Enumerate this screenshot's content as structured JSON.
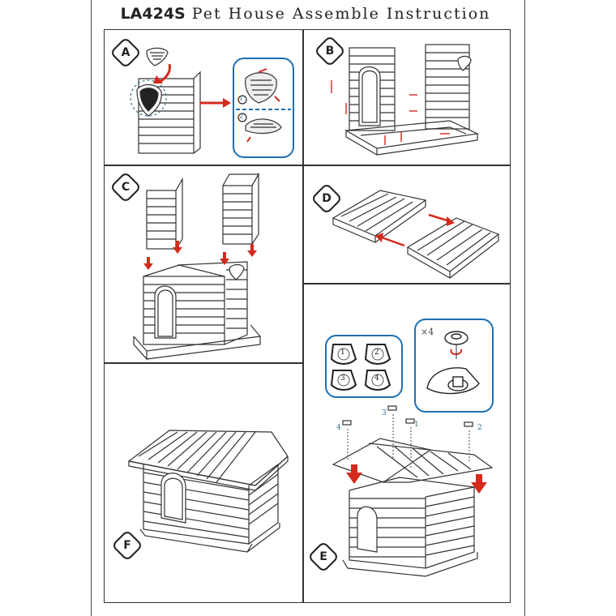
{
  "header": {
    "model": "LA424S",
    "title": "Pet House Assemble Instruction"
  },
  "steps": {
    "a": {
      "label": "A",
      "sub1": "1",
      "sub2": "2"
    },
    "b": {
      "label": "B"
    },
    "c": {
      "label": "C"
    },
    "d": {
      "label": "D"
    },
    "e": {
      "label": "E",
      "count": "×4",
      "n1": "1",
      "n2": "2",
      "n3": "3",
      "n4": "4"
    },
    "f": {
      "label": "F"
    }
  },
  "colors": {
    "arrow": "#d42a1e",
    "callout": "#1d6fb0"
  }
}
